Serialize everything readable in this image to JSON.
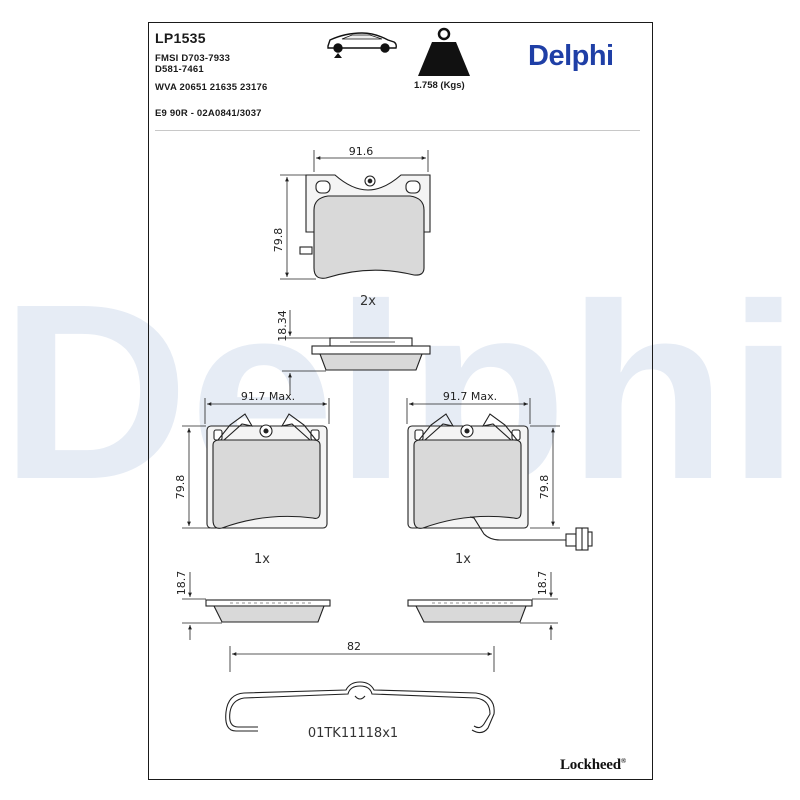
{
  "header": {
    "part_number": "LP1535",
    "fmsi": "FMSI D703-7933",
    "d_code": "D581-7461",
    "wva": "WVA 20651 21635 23176",
    "approval": "E9 90R - 02A0841/3037",
    "weight": "1.758 (Kgs)",
    "brand": "Delphi"
  },
  "watermark": {
    "text": "Delphi",
    "color": "#e6ecf5"
  },
  "dimensions": {
    "top_width": "91.6",
    "top_height": "79.8",
    "top_qty": "2x",
    "top_thickness": "18.34",
    "left_width": "91.7 Max.",
    "left_height": "79.8",
    "left_qty": "1x",
    "left_thickness": "18.7",
    "right_width": "91.7 Max.",
    "right_height": "79.8",
    "right_qty": "1x",
    "right_thickness": "18.7",
    "spring_width": "82",
    "spring_code": "01TK11118x1"
  },
  "footer": {
    "brand": "Lockheed",
    "reg_mark": "®"
  },
  "colors": {
    "brand_blue": "#1f3fa6",
    "pad_fill": "#d9d9d9",
    "line": "#222222"
  },
  "icons": [
    "car-icon",
    "weight-icon"
  ]
}
